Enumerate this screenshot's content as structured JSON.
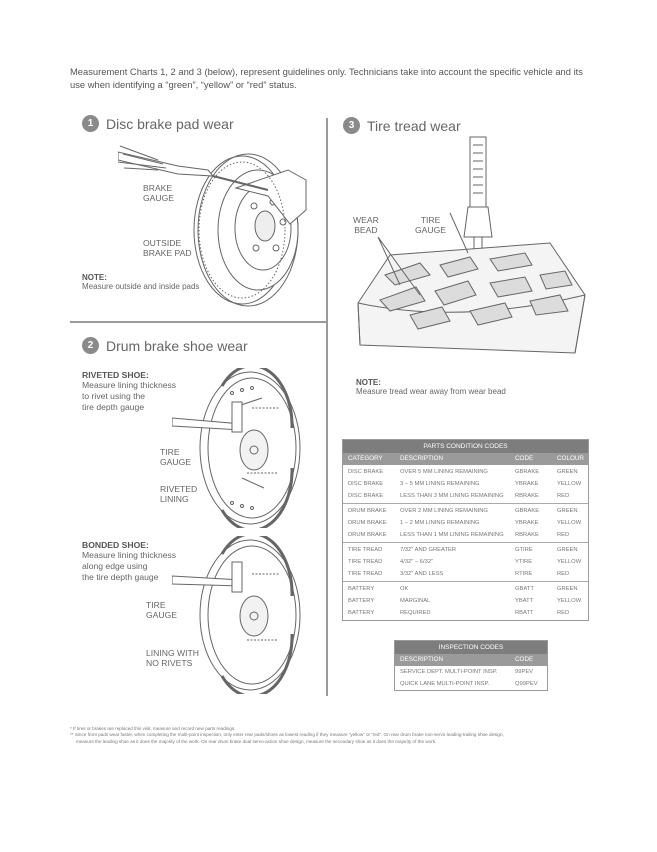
{
  "intro": "Measurement Charts 1, 2 and 3 (below), represent guidelines only. Technicians take into account the specific vehicle and its use when identifying a “green”, “yellow” or “red” status.",
  "section1": {
    "number": "1",
    "title": "Disc brake pad wear",
    "label_gauge_1": "BRAKE",
    "label_gauge_2": "GAUGE",
    "label_pad_1": "OUTSIDE",
    "label_pad_2": "BRAKE PAD",
    "note_heading": "NOTE:",
    "note_text": "Measure outside and inside pads"
  },
  "section2": {
    "number": "2",
    "title": "Drum brake shoe wear",
    "riveted_heading": "RIVETED SHOE:",
    "riveted_text": [
      "Measure lining thickness",
      "to rivet using the",
      "tire depth gauge"
    ],
    "label_tire_gauge_1": "TIRE",
    "label_tire_gauge_2": "GAUGE",
    "label_riveted_1": "RIVETED",
    "label_riveted_2": "LINING",
    "bonded_heading": "BONDED SHOE:",
    "bonded_text": [
      "Measure lining thickness",
      "along edge using",
      "the tire depth gauge"
    ],
    "label_tire_gauge2_1": "TIRE",
    "label_tire_gauge2_2": "GAUGE",
    "label_lining_1": "LINING WITH",
    "label_lining_2": "NO RIVETS"
  },
  "section3": {
    "number": "3",
    "title": "Tire tread wear",
    "label_wear_1": "WEAR",
    "label_wear_2": "BEAD",
    "label_tire_1": "TIRE",
    "label_tire_2": "GAUGE",
    "note_heading": "NOTE:",
    "note_text": "Measure tread wear away from wear bead"
  },
  "parts_table": {
    "title": "PARTS CONDITION CODES",
    "columns": [
      "CATEGORY",
      "DESCRIPTION",
      "CODE",
      "COLOUR"
    ],
    "groups": [
      [
        [
          "DISC BRAKE",
          "OVER 5 MM LINING REMAINING",
          "GBRAKE",
          "GREEN"
        ],
        [
          "DISC BRAKE",
          "3 – 5 MM LINING REMAINING",
          "YBRAKE",
          "YELLOW"
        ],
        [
          "DISC BRAKE",
          "LESS THAN 3 MM LINING REMAINING",
          "RBRAKE",
          "RED"
        ]
      ],
      [
        [
          "DRUM BRAKE",
          "OVER 2 MM LINING REMAINING",
          "GBRAKE",
          "GREEN"
        ],
        [
          "DRUM BRAKE",
          "1 – 2 MM LINING REMAINING",
          "YBRAKE",
          "YELLOW"
        ],
        [
          "DRUM BRAKE",
          "LESS THAN 1 MM LINING REMAINING",
          "RBRAKE",
          "RED"
        ]
      ],
      [
        [
          "TIRE TREAD",
          "7/32\" AND GREATER",
          "GTIRE",
          "GREEN"
        ],
        [
          "TIRE TREAD",
          "4/32\" – 6/32\"",
          "YTIRE",
          "YELLOW"
        ],
        [
          "TIRE TREAD",
          "3/32\" AND LESS",
          "RTIRE",
          "RED"
        ]
      ],
      [
        [
          "BATTERY",
          "OK",
          "GBATT",
          "GREEN"
        ],
        [
          "BATTERY",
          "MARGINAL",
          "YBATT",
          "YELLOW"
        ],
        [
          "BATTERY",
          "REQUIRED",
          "RBATT",
          "RED"
        ]
      ]
    ]
  },
  "inspection_table": {
    "title": "INSPECTION CODES",
    "columns": [
      "DESCRIPTION",
      "CODE"
    ],
    "rows": [
      [
        "SERVICE DEPT. MULTI-POINT INSP.",
        "99PEV"
      ],
      [
        "QUICK LANE MULTI-POINT INSP.",
        "Q99PEV"
      ]
    ]
  },
  "footnotes": [
    "* If tires or brakes are replaced this visit, measure and record new parts readings.",
    "** Since front pads wear faster, when completing the multi-point inspection, only enter rear pads/shoes as lowest reading if they measure “yellow” or “red”. On rear drum brake non-servo leading-trailing shoe design,",
    "measure the leading shoe as it does the majority of the work. On rear drum brake dual servo-action shoe design, measure the secondary shoe as it does the majority of the work."
  ],
  "colors": {
    "rule": "#9a9a9a",
    "table_header": "#7d7d7d",
    "badge": "#8a8a8a"
  }
}
